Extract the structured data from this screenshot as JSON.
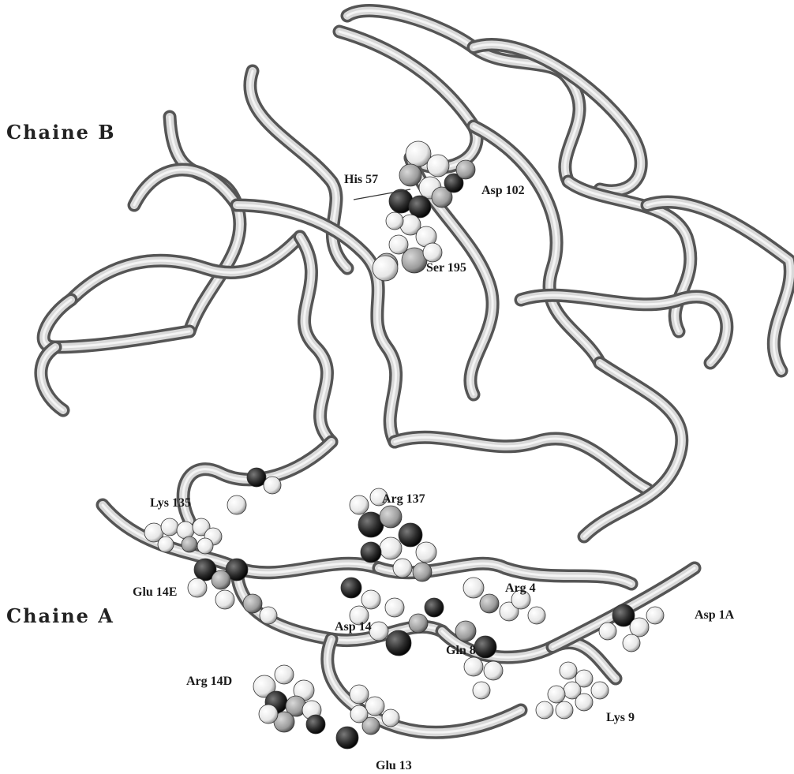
{
  "chain_labels": {
    "chain_b": "Chaine B",
    "chain_a": "Chaine A"
  },
  "residues": {
    "his57": "His 57",
    "asp102": "Asp 102",
    "ser195": "Ser 195",
    "lys135": "Lys 135",
    "arg137": "Arg 137",
    "glu14e": "Glu 14E",
    "arg4": "Arg 4",
    "asp14": "Asp 14",
    "asp1a": "Asp 1A",
    "gln8": "Gln 8",
    "arg14d": "Arg 14D",
    "lys9": "Lys 9",
    "glu13": "Glu 13"
  },
  "colors": {
    "ribbon_fill": "#d9d9d9",
    "ribbon_edge": "#555555",
    "atom_light": "#f4f4f4",
    "atom_mid": "#9a9a9a",
    "atom_dark": "#2a2a2a"
  }
}
